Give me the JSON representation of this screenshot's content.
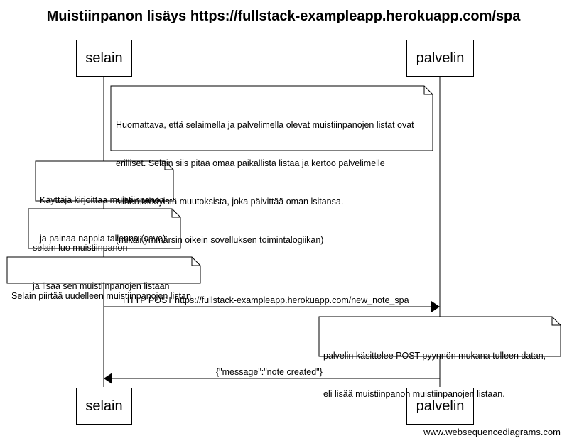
{
  "title": "Muistiinpanon lisäys https://fullstack-exampleapp.herokuapp.com/spa",
  "participants": {
    "browser": "selain",
    "server": "palvelin"
  },
  "notes": [
    {
      "line1": "Huomattava, että selaimella ja palvelimella olevat muistiinpanojen listat ovat",
      "line2": "erilliset. Selain siis pitää omaa paikallista listaa ja kertoo palvelimelle",
      "line3": "siihen tehdyistä muutoksista, joka päivittää oman lsitansa.",
      "line4": "(mikäli ymmärsin oikein sovelluksen toimintalogiikan)"
    },
    {
      "line1": "Käyttäjä kirjoittaa muistiinpanon",
      "line2": "ja painaa nappia tallenna (save)"
    },
    {
      "line1": "selain luo muistiinpanon",
      "line2": "ja lisää sen muistiinpanojen listaan"
    },
    {
      "line1": "Selain piirtää uudelleen muistiinpanojen listan"
    },
    {
      "line1": "palvelin käsittelee POST pyynnön mukana tulleen datan,",
      "line2": "eli lisää muistiinpanon muistiinpanojen listaan."
    }
  ],
  "messages": [
    {
      "label": "HTTP POST https://fullstack-exampleapp.herokuapp.com/new_note_spa"
    },
    {
      "label": "{\"message\":\"note created\"}"
    }
  ],
  "watermark": "www.websequencediagrams.com"
}
